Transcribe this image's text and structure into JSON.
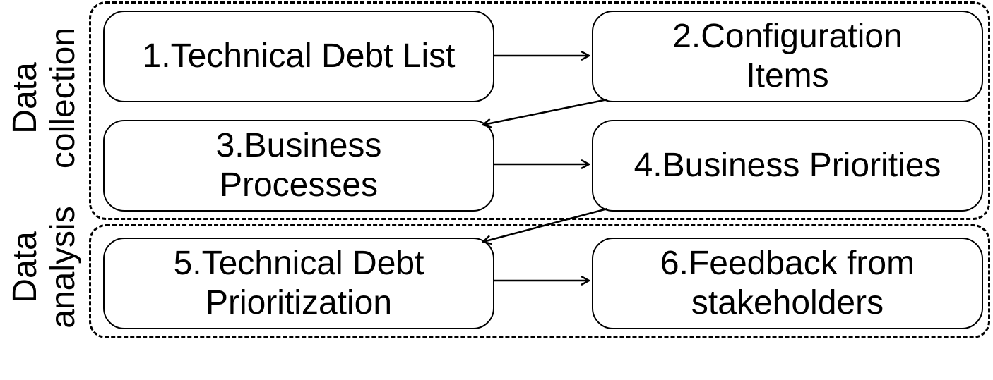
{
  "groups": {
    "collection": {
      "line1": "Data",
      "line2": "collection"
    },
    "analysis": {
      "line1": "Data",
      "line2": "analysis"
    }
  },
  "steps": [
    {
      "lines": [
        "1.Technical Debt List"
      ]
    },
    {
      "lines": [
        "2.Configuration",
        "Items"
      ]
    },
    {
      "lines": [
        "3.Business",
        "Processes"
      ]
    },
    {
      "lines": [
        "4.Business Priorities"
      ]
    },
    {
      "lines": [
        "5.Technical Debt",
        "Prioritization"
      ]
    },
    {
      "lines": [
        "6.Feedback from",
        "stakeholders"
      ]
    }
  ],
  "colors": {
    "stroke": "#000000",
    "background": "#ffffff"
  }
}
